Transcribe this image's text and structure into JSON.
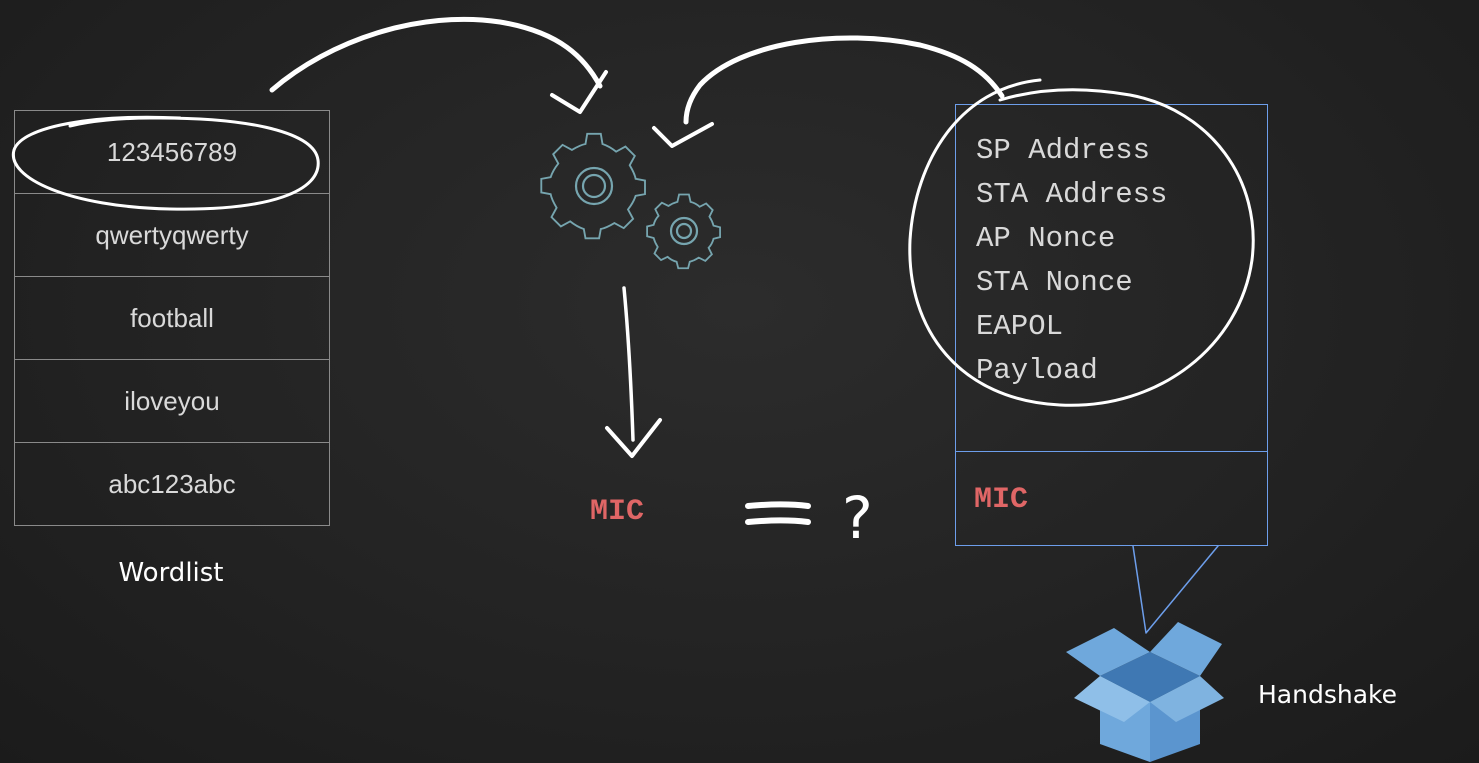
{
  "wordlist": {
    "words": [
      "123456789",
      "qwertyqwerty",
      "football",
      "iloveyou",
      "abc123abc"
    ],
    "label": "Wordlist"
  },
  "handshake": {
    "fields": [
      "SP Address",
      "STA Address",
      "AP Nonce",
      "STA Nonce",
      "EAPOL",
      "Payload"
    ],
    "mic": "MIC",
    "label": "Handshake"
  },
  "comparison": {
    "mic": "MIC",
    "symbol": "?"
  },
  "colors": {
    "mic": "#e06666",
    "handshake_border": "#6d9eeb",
    "gear": "#76a5af",
    "box": "#6fa8dc",
    "chalk": "#ffffff"
  },
  "icons": {
    "gears": "gears-icon",
    "box": "open-box-icon"
  }
}
